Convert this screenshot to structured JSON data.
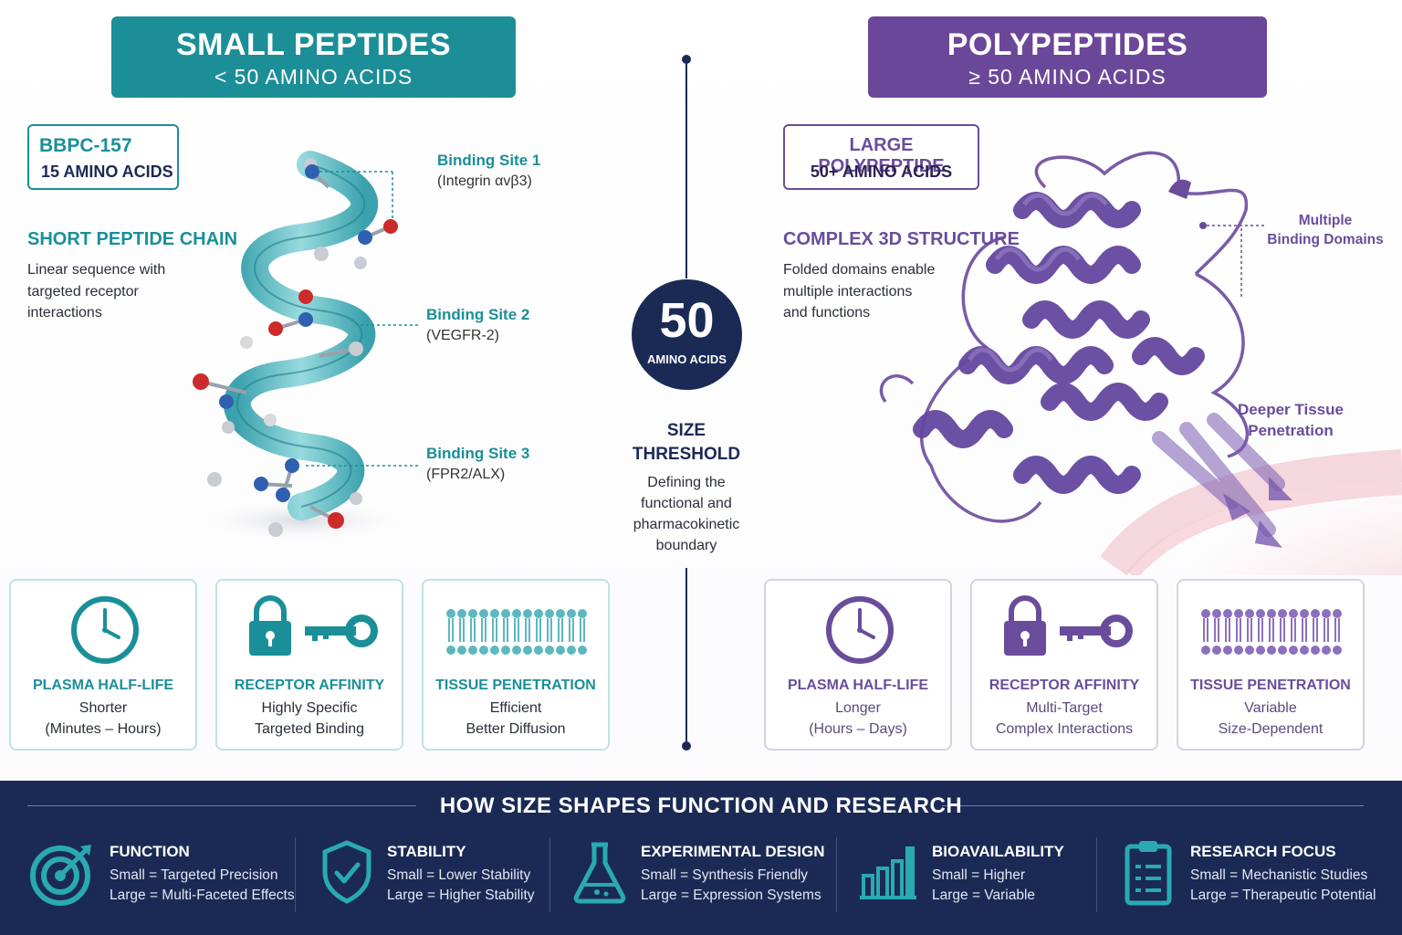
{
  "left": {
    "banner_title": "SMALL PEPTIDES",
    "banner_sub": "< 50 AMINO ACIDS",
    "tag_title": "BBPC-157",
    "tag_sub": "15 AMINO ACIDS",
    "section_title": "SHORT PEPTIDE CHAIN",
    "desc": [
      "Linear sequence with",
      "targeted receptor",
      "interactions"
    ],
    "binding_sites": [
      {
        "title": "Binding Site 1",
        "sub": "(Integrin αvβ3)"
      },
      {
        "title": "Binding Site 2",
        "sub": "(VEGFR-2)"
      },
      {
        "title": "Binding Site 3",
        "sub": "(FPR2/ALX)"
      }
    ],
    "cards": [
      {
        "icon": "clock-icon",
        "title": "PLASMA HALF-LIFE",
        "line1": "Shorter",
        "line2": "(Minutes – Hours)"
      },
      {
        "icon": "lock-key-icon",
        "title": "RECEPTOR AFFINITY",
        "line1": "Highly Specific",
        "line2": "Targeted Binding"
      },
      {
        "icon": "membrane-icon",
        "title": "TISSUE PENETRATION",
        "line1": "Efficient",
        "line2": "Better Diffusion"
      }
    ]
  },
  "center": {
    "number": "50",
    "number_sub": "AMINO ACIDS",
    "threshold_title": [
      "SIZE",
      "THRESHOLD"
    ],
    "threshold_desc": [
      "Defining the",
      "functional and",
      "pharmacokinetic",
      "boundary"
    ]
  },
  "right": {
    "banner_title": "POLYPEPTIDES",
    "banner_sub": "≥ 50 AMINO ACIDS",
    "tag_title": "LARGE POLYPEPTIDE",
    "tag_sub": "50+ AMINO ACIDS",
    "section_title": "COMPLEX 3D STRUCTURE",
    "desc": [
      "Folded domains enable",
      "multiple interactions",
      "and functions"
    ],
    "annotation_domains": [
      "Multiple",
      "Binding Domains"
    ],
    "annotation_penetration": [
      "Deeper Tissue",
      "Penetration"
    ],
    "cards": [
      {
        "icon": "clock-icon",
        "title": "PLASMA HALF-LIFE",
        "line1": "Longer",
        "line2": "(Hours – Days)"
      },
      {
        "icon": "lock-key-icon",
        "title": "RECEPTOR AFFINITY",
        "line1": "Multi-Target",
        "line2": "Complex Interactions"
      },
      {
        "icon": "membrane-icon",
        "title": "TISSUE PENETRATION",
        "line1": "Variable",
        "line2": "Size-Dependent"
      }
    ]
  },
  "bottom": {
    "title": "HOW SIZE SHAPES FUNCTION AND RESEARCH",
    "columns": [
      {
        "icon": "target-icon",
        "title": "FUNCTION",
        "small": "Small = Targeted Precision",
        "large": "Large = Multi-Faceted Effects"
      },
      {
        "icon": "shield-check-icon",
        "title": "STABILITY",
        "small": "Small = Lower Stability",
        "large": "Large = Higher Stability"
      },
      {
        "icon": "flask-icon",
        "title": "EXPERIMENTAL DESIGN",
        "small": "Small = Synthesis Friendly",
        "large": "Large = Expression Systems"
      },
      {
        "icon": "bar-chart-icon",
        "title": "BIOAVAILABILITY",
        "small": "Small = Higher",
        "large": "Large = Variable"
      },
      {
        "icon": "clipboard-icon",
        "title": "RESEARCH FOCUS",
        "small": "Small = Mechanistic Studies",
        "large": "Large = Therapeutic Potential"
      }
    ]
  },
  "colors": {
    "teal": "#1a8f99",
    "purple": "#6a4c9c",
    "navy": "#1b2a55"
  }
}
